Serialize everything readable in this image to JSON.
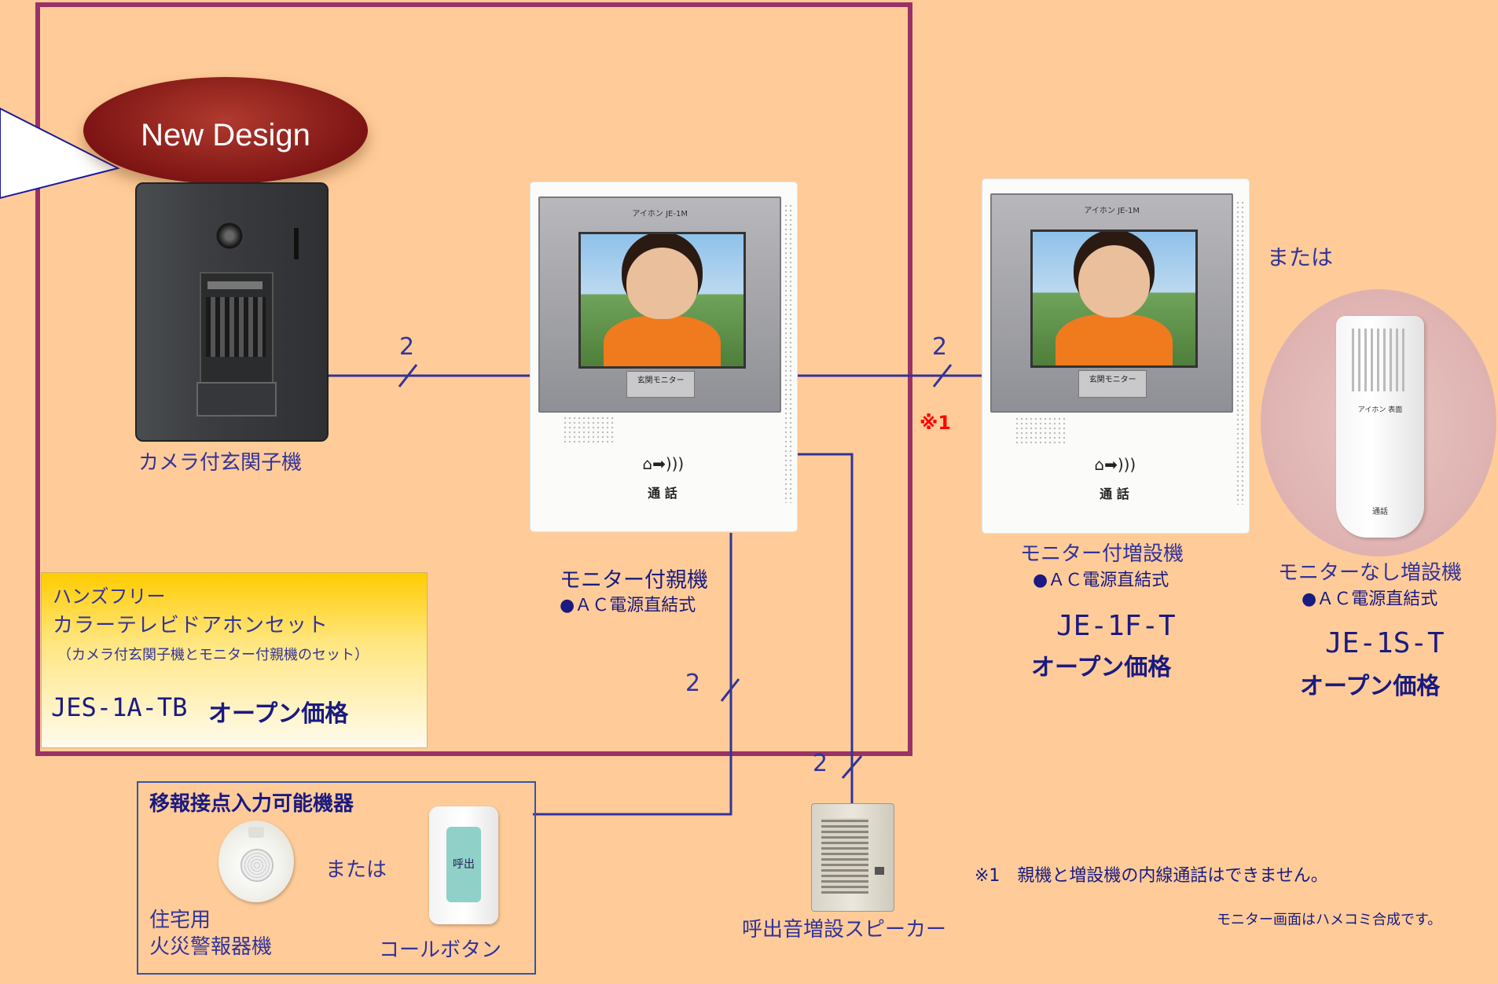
{
  "badge": {
    "text": "New Design"
  },
  "devices": {
    "door_station": {
      "label": "カメラ付玄関子機"
    },
    "master": {
      "title": "モニター付親機",
      "power": "●ＡＣ電源直結式",
      "screen_brand": "アイホン JE-1M",
      "screen_button": "玄関モニター",
      "talk_label": "通 話"
    },
    "sub_monitor": {
      "title": "モニター付増設機",
      "power": "●ＡＣ電源直結式",
      "model": "JE-1F-T",
      "price": "オープン価格",
      "screen_brand": "アイホン JE-1M",
      "screen_button": "玄関モニター",
      "talk_label": "通 話"
    },
    "or_top": "または",
    "sub_nomonitor": {
      "title": "モニターなし増設機",
      "power": "●ＡＣ電源直結式",
      "model": "JE-1S-T",
      "price": "オープン価格",
      "device_text": "アイホン 表面",
      "device_button": "通話"
    },
    "speaker": {
      "label": "呼出音増設スピーカー"
    }
  },
  "wire_counts": {
    "w1": "2",
    "w2": "2",
    "w3": "2",
    "w4": "2"
  },
  "note_mark": "※1",
  "set_box": {
    "line1": "ハンズフリー",
    "line2": "カラーテレビドアホンセット",
    "line3": "（カメラ付玄関子機とモニター付親機のセット）",
    "model": "JES-1A-TB",
    "price": "オープン価格"
  },
  "contact_box": {
    "title": "移報接点入力可能機器",
    "alarm_line1": "住宅用",
    "alarm_line2": "火災警報器機",
    "or": "または",
    "call_button": "コールボタン",
    "call_button_face": "呼出"
  },
  "footnote": "※1　親機と増設機の内線通話はできません。",
  "composite_note": "モニター画面はハメコミ合成です。",
  "colors": {
    "background": "#ffcc99",
    "frame": "#993366",
    "text": "#333399",
    "wire": "#333399",
    "badge": "#8b1a1a",
    "mark": "#ff0000"
  }
}
